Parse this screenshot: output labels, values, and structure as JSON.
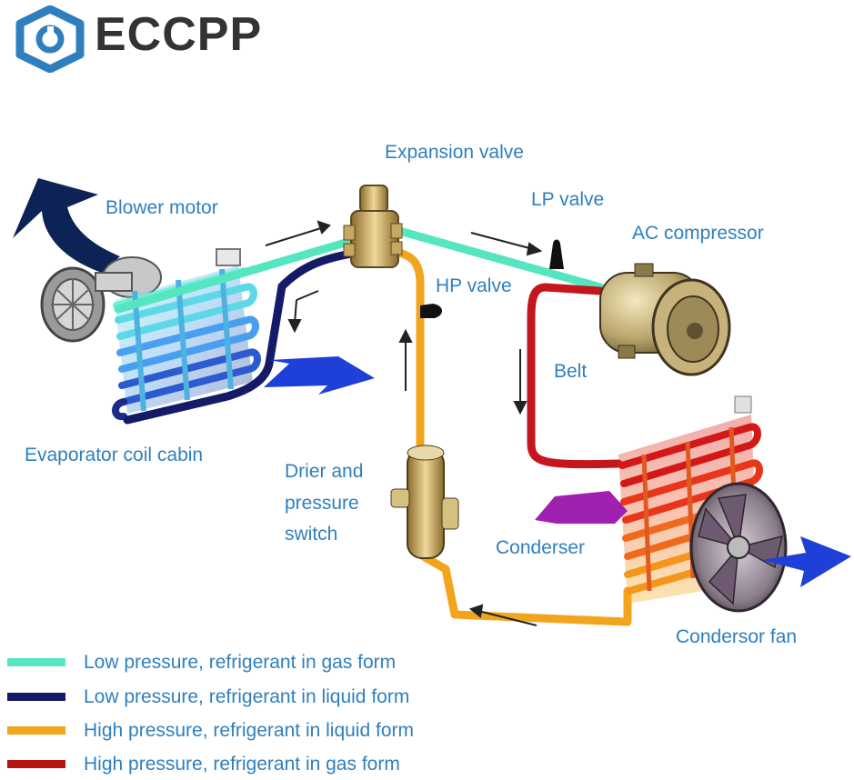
{
  "brand": {
    "name": "ECCPP",
    "logo_color": "#2f7fbf"
  },
  "labels": {
    "expansion_valve": "Expansion valve",
    "blower_motor": "Blower motor",
    "lp_valve": "LP valve",
    "ac_compressor": "AC compressor",
    "hp_valve": "HP valve",
    "belt": "Belt",
    "evaporator": "Evaporator coil cabin",
    "drier_line1": "Drier and",
    "drier_line2": "pressure",
    "drier_line3": "switch",
    "condenser": "Conderser",
    "condenser_fan": "Condersor fan"
  },
  "legend": [
    {
      "label": "Low pressure, refrigerant in gas form",
      "color": "#55e6c1"
    },
    {
      "label": "Low pressure, refrigerant in liquid form",
      "color": "#141a66"
    },
    {
      "label": "High pressure, refrigerant in liquid form",
      "color": "#f2a51c"
    },
    {
      "label": "High pressure, refrigerant in gas form",
      "color": "#b81414"
    }
  ],
  "colors": {
    "low_gas": "#55e6c1",
    "low_liquid": "#141a66",
    "high_liquid": "#f2a51c",
    "high_gas": "#c4161c",
    "label_text": "#2f7fbf",
    "airflow_blue": "#1e3fd8",
    "airflow_navy": "#0d2356",
    "airflow_purple": "#a020b0"
  }
}
